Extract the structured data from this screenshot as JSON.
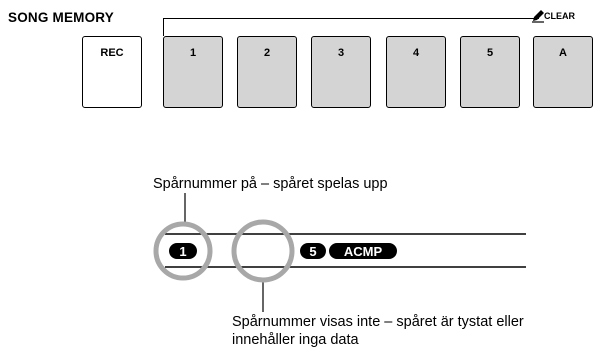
{
  "song_memory": {
    "title": "SONG MEMORY",
    "clear_label": "CLEAR",
    "clear_icon": "pen-icon",
    "buttons": [
      {
        "label": "REC"
      },
      {
        "label": "1"
      },
      {
        "label": "2"
      },
      {
        "label": "3"
      },
      {
        "label": "4"
      },
      {
        "label": "5"
      },
      {
        "label": "A"
      }
    ]
  },
  "display": {
    "track_on_indicator": "1",
    "track_5_indicator": "5",
    "acmp_indicator": "ACMP",
    "caption_track_on": "Spårnummer på – spåret spelas upp",
    "caption_track_off": "Spårnummer visas inte – spåret är tystat eller innehåller inga data"
  },
  "colors": {
    "track_button_fill": "#d4d4d4",
    "highlight_circle": "#a8a8a8"
  }
}
